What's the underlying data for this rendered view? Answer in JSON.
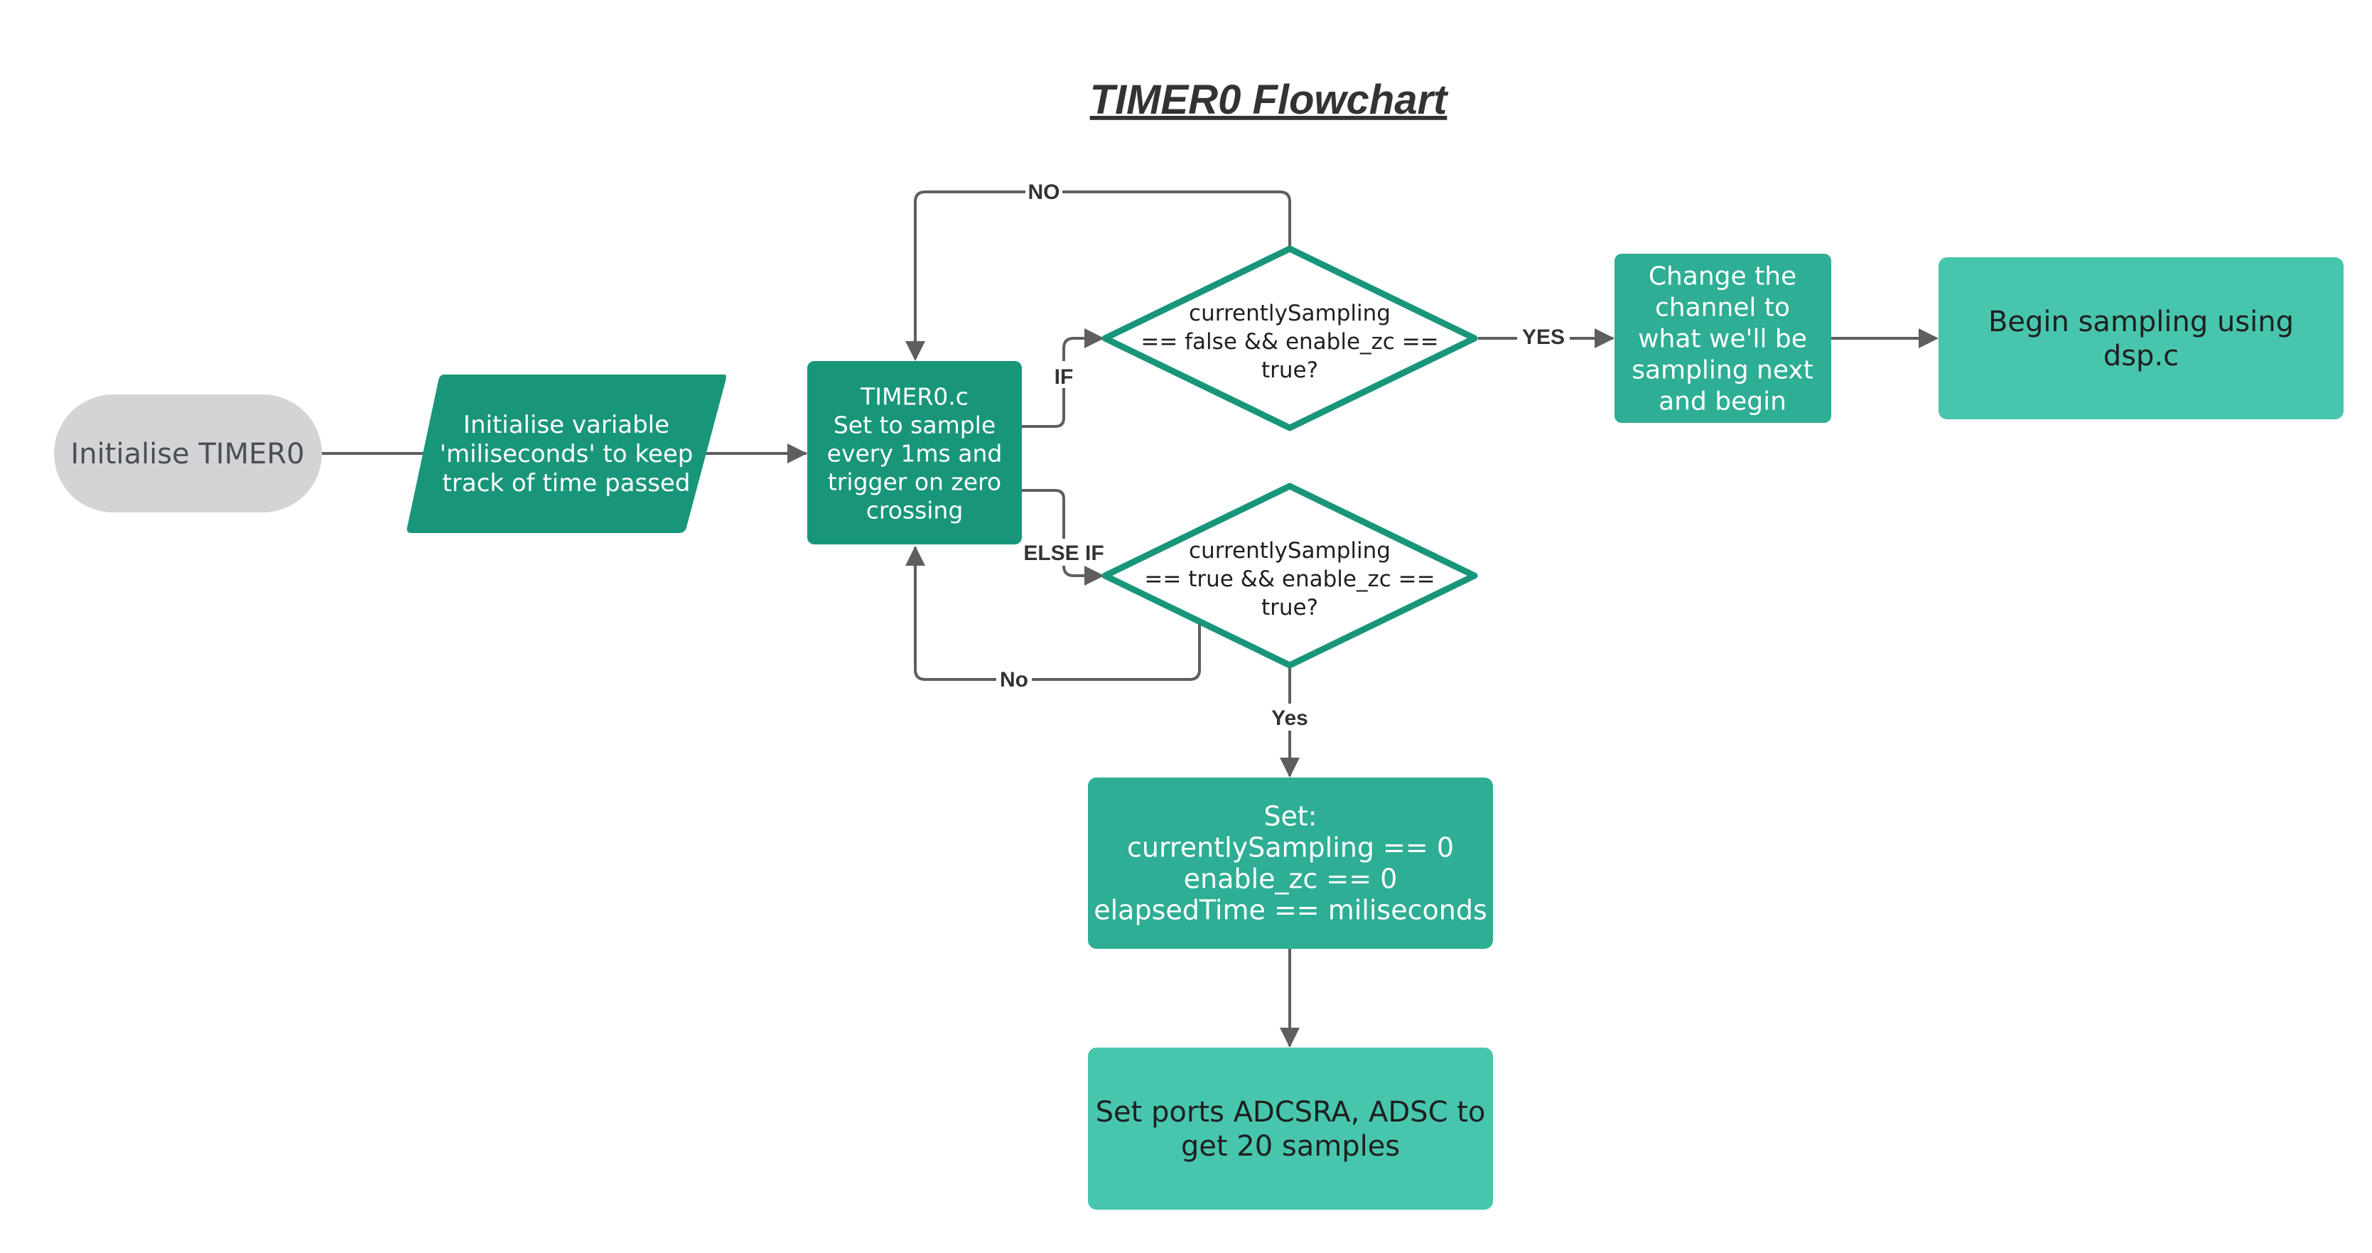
{
  "title": "TIMER0 Flowchart",
  "colors": {
    "dark_teal": "#19967a",
    "mid_teal": "#2eae94",
    "light_teal": "#47c6ad",
    "grey_terminal": "#d3d4d6",
    "arrow": "#5e5e5e",
    "diamond_stroke": "#19967a"
  },
  "nodes": {
    "start": {
      "lines": [
        "Initialise TIMER0"
      ]
    },
    "init_var": {
      "lines": [
        "Initialise variable",
        "'miliseconds' to keep",
        "track of time passed"
      ]
    },
    "timer0": {
      "lines": [
        "TIMER0.c",
        "Set to sample",
        "every 1ms and",
        "trigger on zero",
        "crossing"
      ]
    },
    "decision_if": {
      "lines": [
        "currentlySampling",
        "== false && enable_zc ==",
        "true?"
      ]
    },
    "decision_elseif": {
      "lines": [
        "currentlySampling",
        "== true && enable_zc ==",
        "true?"
      ]
    },
    "change_channel": {
      "lines": [
        "Change the",
        "channel to",
        "what we'll be",
        "sampling next",
        "and begin"
      ]
    },
    "begin_sampling": {
      "lines": [
        "Begin sampling using",
        "dsp.c"
      ]
    },
    "set_vars": {
      "lines": [
        "Set:",
        "currentlySampling == 0",
        "enable_zc == 0",
        "elapsedTime == miliseconds"
      ]
    },
    "set_ports": {
      "lines": [
        "Set ports ADCSRA, ADSC to",
        "get 20 samples"
      ]
    }
  },
  "edge_labels": {
    "no_top": "NO",
    "if": "IF",
    "yes_right": "YES",
    "else_if": "ELSE IF",
    "no_bottom": "No",
    "yes_down": "Yes"
  }
}
